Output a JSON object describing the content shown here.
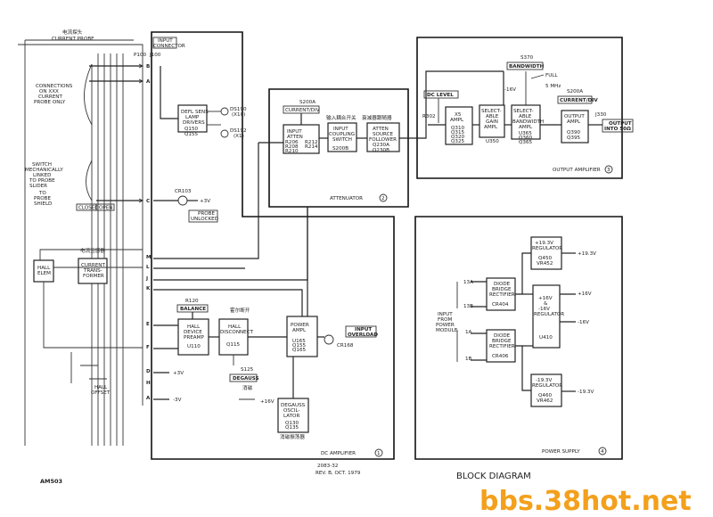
{
  "probe": {
    "title_cn": "电流探头",
    "title": "CURRENT PROBE",
    "note1": [
      "CONNECTIONS",
      "ON XXX",
      "CURRENT",
      "PROBE ONLY"
    ],
    "note2": [
      "SWITCH",
      "MECHANICALLY",
      "LINKED",
      "TO PROBE",
      "SLIDER"
    ],
    "shield": [
      "TO",
      "PROBE",
      "SHIELD"
    ],
    "closed": "CLOSED",
    "open": "OPEN",
    "transformer_cn": "电流互感器",
    "transformer": [
      "CURRENT",
      "TRANS-",
      "FORMER"
    ],
    "hall_elem": [
      "HALL",
      "ELEM"
    ],
    "hall_offset": [
      "HALL",
      "OFFSET"
    ]
  },
  "connector": {
    "label": [
      "INPUT",
      "CONNECTOR"
    ],
    "p100": "P100",
    "j100": "J100",
    "pins": [
      "B",
      "A",
      "C",
      "M",
      "L",
      "J",
      "K",
      "E",
      "F",
      "D",
      "H",
      "A"
    ]
  },
  "lamp": {
    "block": [
      "DEFL SENS",
      "LAMP",
      "DRIVERS"
    ],
    "parts": [
      "Q150",
      "Q155"
    ],
    "ds1": "DS190",
    "ds1b": "(X10)",
    "ds2": "DS192",
    "ds2b": "(X1)"
  },
  "unlocked": {
    "cr": "CR103",
    "v": "+3V",
    "label": [
      "PROBE",
      "UNLOCKED"
    ]
  },
  "attenuator": {
    "switch": "S200A",
    "switch_label": "CURRENT/DIV",
    "atten": [
      "INPUT",
      "ATTEN"
    ],
    "atten_parts": [
      "R206",
      "R208",
      "R210",
      "R212",
      "R214"
    ],
    "coupling_cn": "输入耦合开关",
    "coupling": [
      "INPUT",
      "COUPLING",
      "SWITCH"
    ],
    "coupling_part": "S200B",
    "follower_cn": "衰减器跟随器",
    "follower": [
      "ATTEN",
      "SOURCE",
      "FOLLOWER"
    ],
    "follower_parts": [
      "Q230A",
      "Q230B"
    ],
    "name": "ATTENUATOR",
    "num": "2"
  },
  "output": {
    "dc_level": "DC LEVEL",
    "r302": "R302",
    "x5": [
      "X5",
      "AMPL"
    ],
    "x5_parts": [
      "Q310",
      "Q315",
      "Q320",
      "Q325"
    ],
    "gain": [
      "SELECT-",
      "ABLE",
      "GAIN",
      "AMPL"
    ],
    "gain_part": "U350",
    "s370": "S370",
    "bandwidth": "BANDWIDTH",
    "full": "FULL",
    "mhz": "5 MHz",
    "neg16": "-16V",
    "bw": [
      "SELECT-",
      "ABLE",
      "BANDWIDTH",
      "AMPL"
    ],
    "bw_parts": [
      "U365",
      "Q360",
      "Q365"
    ],
    "s200a": "S200A",
    "curdiv": "CURRENT/DIV",
    "outamp": [
      "OUTPUT",
      "AMPL"
    ],
    "outamp_parts": [
      "Q390",
      "Q395"
    ],
    "j330": "J330",
    "out": [
      "OUTPUT",
      "INTO 50Ω"
    ],
    "name": "OUTPUT AMPLIFIER",
    "num": "3"
  },
  "dcamp": {
    "r120": "R120",
    "balance": "BALANCE",
    "hall_preamp": [
      "HALL",
      "DEVICE",
      "PREAMP"
    ],
    "u110": "U110",
    "disc_cn": "霍尔断开",
    "disc": [
      "HALL",
      "DISCONNECT"
    ],
    "q115": "Q115",
    "power": [
      "POWER",
      "AMPL"
    ],
    "power_parts": [
      "U165",
      "Q155",
      "Q165"
    ],
    "overload": [
      "INPUT",
      "OVERLOAD"
    ],
    "cr168": "CR168",
    "s125": "S125",
    "degauss": "DEGAUSS",
    "degauss_cn": "消磁",
    "pos16": "+16V",
    "osc": [
      "DEGAUSS",
      "OSCIL-",
      "LATOR"
    ],
    "osc_parts": [
      "Q130",
      "Q135"
    ],
    "osc_cn": "消磁振荡器",
    "p3": "+3V",
    "m3": "-3V",
    "name": "DC AMPLIFIER",
    "num": "1"
  },
  "psu": {
    "inputs": [
      "13A",
      "13B",
      "1A",
      "1B"
    ],
    "input_label": [
      "INPUT",
      "FROM",
      "POWER",
      "MODULE"
    ],
    "bridge1": [
      "DIODE",
      "BRIDGE",
      "RECTIFIER"
    ],
    "cr404": "CR404",
    "bridge2": [
      "DIODE",
      "BRIDGE",
      "RECTIFIER"
    ],
    "cr406": "CR406",
    "reg1": [
      "+19.3V",
      "REGULATOR"
    ],
    "reg1_parts": [
      "Q450",
      "VR452"
    ],
    "reg1_out": "+19.3V",
    "reg2": [
      "+16V",
      "&",
      "-16V",
      "REGULATOR"
    ],
    "reg2_part": "U410",
    "out16": "+16V",
    "outm16": "-16V",
    "reg3": [
      "-19.3V",
      "REGULATOR"
    ],
    "reg3_parts": [
      "Q460",
      "VR462"
    ],
    "reg3_out": "-19.3V",
    "name": "POWER SUPPLY",
    "num": "4"
  },
  "footer": {
    "model": "AM503",
    "doc": "2083-32",
    "rev": "REV. B, OCT. 1979",
    "title": "BLOCK DIAGRAM",
    "watermark": "bbs.38hot.net"
  }
}
